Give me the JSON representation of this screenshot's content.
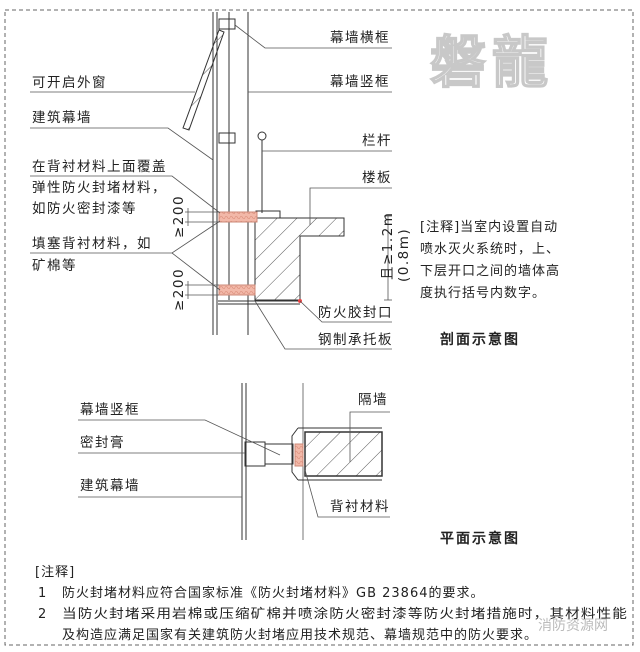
{
  "watermark": {
    "logo_text": "磐龍",
    "site_text": "消防资源网"
  },
  "section": {
    "title": "剖面示意图",
    "labels": {
      "transom": "幕墙横框",
      "mullion": "幕墙竖框",
      "railing": "栏杆",
      "slab": "楼板",
      "fire_sealant": "防火胶封口",
      "steel_plate": "钢制承托板",
      "window": "可开启外窗",
      "curtain_wall": "建筑幕墙",
      "cover_1": "在背衬材料上面覆盖",
      "cover_2": "弹性防火封堵材料，",
      "cover_3": "如防火密封漆等",
      "fill_1": "填塞背衬材料，如",
      "fill_2": "矿棉等"
    },
    "dims": {
      "gap_top": "≥200",
      "gap_bottom": "≥200",
      "height": "且≥1.2m",
      "height_alt": "(0.8m)"
    },
    "note_lines": [
      "[注释]当室内设置自动",
      "喷水灭火系统时，上、",
      "下层开口之间的墙体高",
      "度执行括号内数字。"
    ]
  },
  "plan": {
    "title": "平面示意图",
    "labels": {
      "mullion": "幕墙竖框",
      "sealant": "密封膏",
      "curtain_wall": "建筑幕墙",
      "partition": "隔墙",
      "backing": "背衬材料"
    }
  },
  "notes": {
    "heading": "[注释]",
    "items": [
      {
        "num": "1",
        "lines": [
          "防火封堵材料应符合国家标准《防火封堵材料》GB 23864的要求。"
        ]
      },
      {
        "num": "2",
        "lines": [
          "当防火封堵采用岩棉或压缩矿棉并喷涂防火密封漆等防火封堵措施时，其材料性能",
          "及构造应满足国家有关建筑防火封堵应用技术规范、幕墙规范中的防火要求。"
        ]
      }
    ]
  },
  "colors": {
    "fire_seal": "#f2b8a8",
    "line": "#333333"
  }
}
